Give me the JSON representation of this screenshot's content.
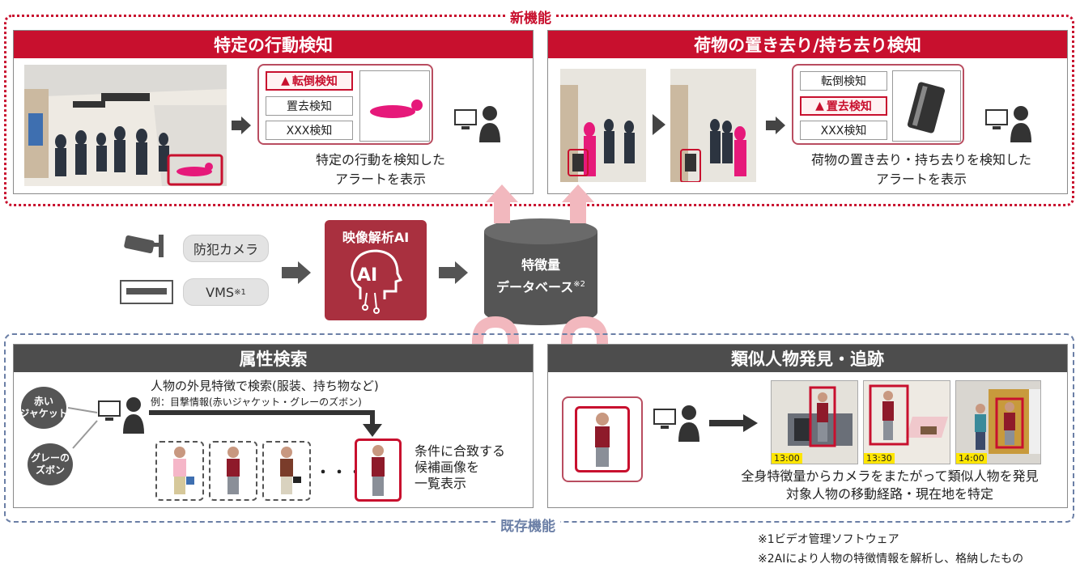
{
  "new_features_label": "新機能",
  "existing_features_label": "既存機能",
  "panel_behavior": {
    "title": "特定の行動検知",
    "menu": [
      "転倒検知",
      "置去検知",
      "XXX検知"
    ],
    "active_index": 0,
    "caption_line1": "特定の行動を検知した",
    "caption_line2": "アラートを表示"
  },
  "panel_baggage": {
    "title": "荷物の置き去り/持ち去り検知",
    "menu": [
      "転倒検知",
      "置去検知",
      "XXX検知"
    ],
    "active_index": 1,
    "caption_line1": "荷物の置き去り・持ち去りを検知した",
    "caption_line2": "アラートを表示"
  },
  "sources": {
    "camera_label": "防犯カメラ",
    "vms_label": "VMS",
    "vms_note": "※1"
  },
  "ai_box": {
    "title": "映像解析AI",
    "icon_text": "AI"
  },
  "database": {
    "line1": "特徴量",
    "line2": "データベース",
    "note": "※2"
  },
  "panel_attribute": {
    "title": "属性検索",
    "input_red_jacket": "赤い\nジャケット",
    "input_gray_pants": "グレーの\nズボン",
    "description": "人物の外見特徴で検索(服装、持ち物など)",
    "example": "例：目撃情報(赤いジャケット・グレーのズボン)",
    "ellipsis": "・・・",
    "result_line1": "条件に合致する",
    "result_line2": "候補画像を",
    "result_line3": "一覧表示"
  },
  "panel_tracking": {
    "title": "類似人物発見・追跡",
    "timestamps": [
      "13:00",
      "13:30",
      "14:00"
    ],
    "caption_line1": "全身特徴量からカメラをまたがって類似人物を発見",
    "caption_line2": "対象人物の移動経路・現在地を特定"
  },
  "footnotes": [
    "※1ビデオ管理ソフトウェア",
    "※2AIにより人物の特徴情報を解析し、格納したもの"
  ],
  "colors": {
    "accent_red": "#c8102e",
    "dark_gray": "#4d4d4d",
    "ai_red": "#a9303f",
    "dashed_blue": "#6b7fa6"
  }
}
